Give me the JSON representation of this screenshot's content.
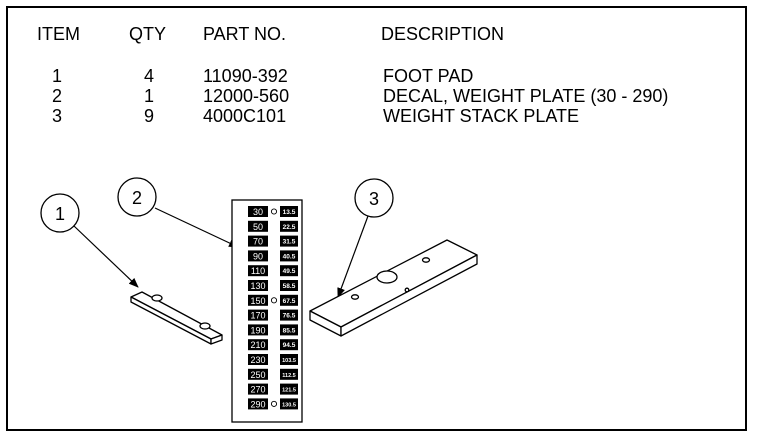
{
  "table": {
    "headers": {
      "item": "ITEM",
      "qty": "QTY",
      "part": "PART NO.",
      "desc": "DESCRIPTION"
    },
    "rows": [
      {
        "item": "1",
        "qty": "4",
        "part": "11090-392",
        "desc": "FOOT PAD"
      },
      {
        "item": "2",
        "qty": "1",
        "part": "12000-560",
        "desc": "DECAL, WEIGHT PLATE (30 - 290)"
      },
      {
        "item": "3",
        "qty": "9",
        "part": "4000C101",
        "desc": "WEIGHT STACK PLATE"
      }
    ]
  },
  "callouts": [
    "1",
    "2",
    "3"
  ],
  "decal": {
    "left": [
      "30",
      "50",
      "70",
      "90",
      "110",
      "130",
      "150",
      "170",
      "190",
      "210",
      "230",
      "250",
      "270",
      "290"
    ],
    "right": [
      "13.5",
      "22.5",
      "31.5",
      "40.5",
      "49.5",
      "58.5",
      "67.5",
      "76.5",
      "85.5",
      "94.5",
      "103.5",
      "112.5",
      "121.5",
      "130.5"
    ],
    "dot_rows": [
      0,
      6,
      13
    ]
  }
}
